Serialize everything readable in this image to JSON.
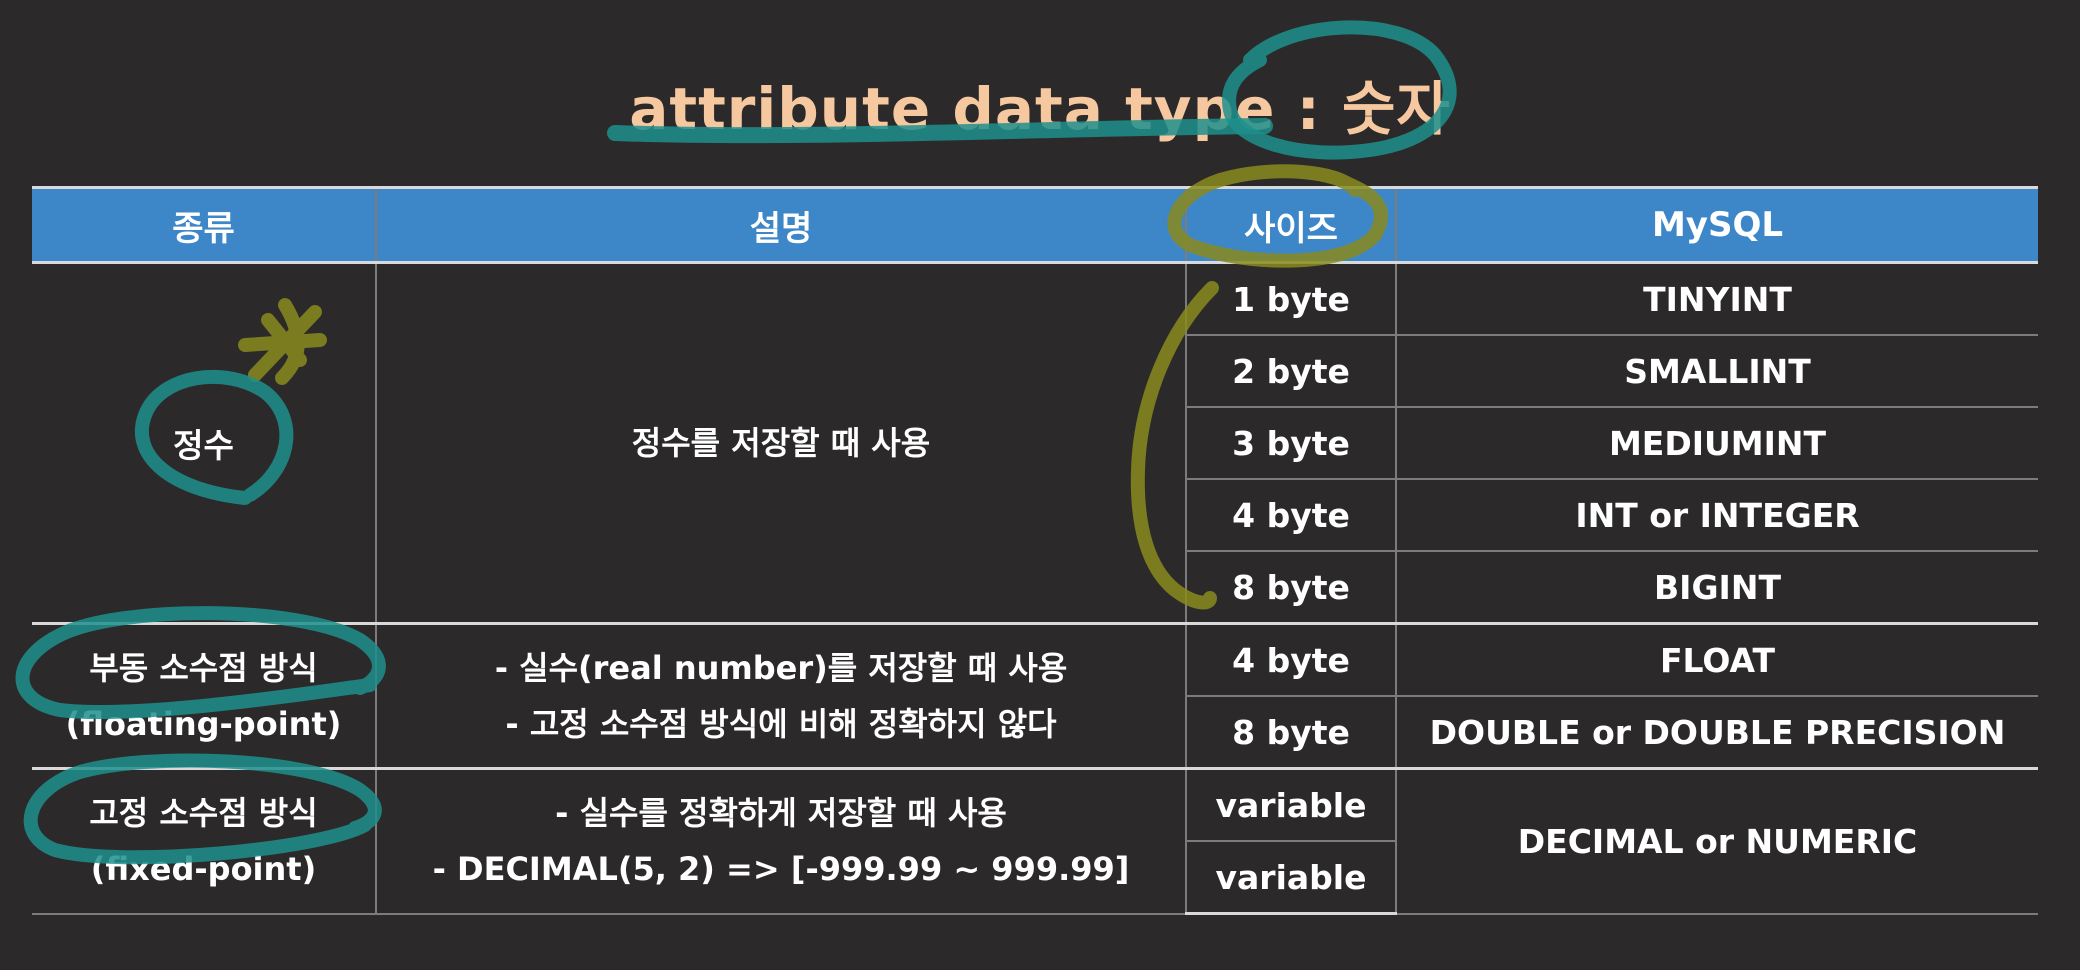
{
  "title": "attribute data type : 숫자",
  "headers": {
    "kind": "종류",
    "description": "설명",
    "size": "사이즈",
    "mysql": "MySQL"
  },
  "integer": {
    "kind": "정수",
    "description": "정수를 저장할 때 사용",
    "rows": [
      {
        "size": "1 byte",
        "mysql": "TINYINT"
      },
      {
        "size": "2 byte",
        "mysql": "SMALLINT"
      },
      {
        "size": "3 byte",
        "mysql": "MEDIUMINT"
      },
      {
        "size": "4 byte",
        "mysql": "INT or INTEGER"
      },
      {
        "size": "8 byte",
        "mysql": "BIGINT"
      }
    ]
  },
  "floating": {
    "kind_line1": "부동 소수점 방식",
    "kind_line2": "(floating-point)",
    "desc_line1": "- 실수(real number)를 저장할 때 사용",
    "desc_line2": "- 고정 소수점 방식에 비해 정확하지 않다",
    "rows": [
      {
        "size": "4 byte",
        "mysql": "FLOAT"
      },
      {
        "size": "8 byte",
        "mysql": "DOUBLE or DOUBLE PRECISION"
      }
    ]
  },
  "fixed": {
    "kind_line1": "고정 소수점 방식",
    "kind_line2": "(fixed-point)",
    "desc_line1": "- 실수를 정확하게 저장할 때 사용",
    "desc_line2": "- DECIMAL(5, 2) => [-999.99 ~ 999.99]",
    "rows": [
      {
        "size": "variable"
      },
      {
        "size": "variable"
      }
    ],
    "mysql": "DECIMAL or NUMERIC"
  },
  "colors": {
    "background": "#2b292a",
    "title": "#f6c8a0",
    "header": "#3d87c9",
    "teal_ink": "#1e8f8c",
    "olive_ink": "#8a8a1e"
  }
}
